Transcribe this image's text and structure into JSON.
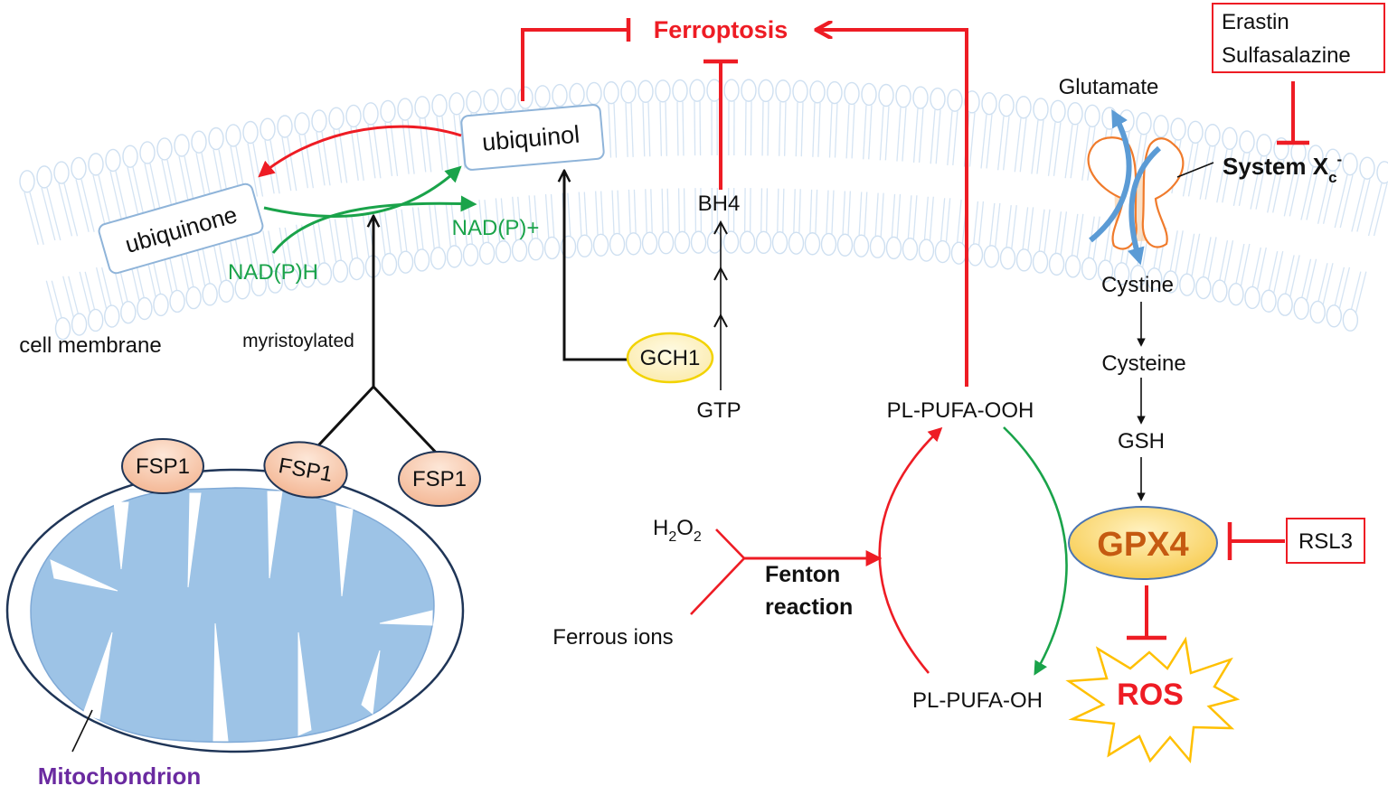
{
  "labels": {
    "ferroptosis": "Ferroptosis",
    "erastin": "Erastin",
    "sulfasalazine": "Sulfasalazine",
    "glutamate": "Glutamate",
    "system_xc": "System X",
    "system_xc_sub": "c",
    "system_xc_sup": "-",
    "ubiquinol": "ubiquinol",
    "ubiquinone": "ubiquinone",
    "nadph": "NAD(P)H",
    "nadp": "NAD(P)+",
    "bh4": "BH4",
    "gch1": "GCH1",
    "gtp": "GTP",
    "cell_membrane": "cell membrane",
    "myristoylated": "myristoylated",
    "fsp1": "FSP1",
    "cystine": "Cystine",
    "cysteine": "Cysteine",
    "gsh": "GSH",
    "gpx4": "GPX4",
    "rsl3": "RSL3",
    "ros": "ROS",
    "pl_pufa_ooh": "PL-PUFA-OOH",
    "pl_pufa_oh": "PL-PUFA-OH",
    "h2o2_h": "H",
    "h2o2_2a": "2",
    "h2o2_o": "O",
    "h2o2_2b": "2",
    "fenton_1": "Fenton",
    "fenton_2": "reaction",
    "ferrous_ions": "Ferrous ions",
    "mitochondrion": "Mitochondrion"
  },
  "colors": {
    "inhibit_red": "#ee1c24",
    "nad_green": "#1aa34a",
    "membrane_blue": "#d7e6f5",
    "mito_blue": "#9dc3e6",
    "fsp1_fill": "#f6c9ad",
    "gpx4_fill": "#f9d46b",
    "gpx4_text": "#c55a11",
    "ros_star": "#ffc000",
    "mito_label": "#6a2aa0"
  }
}
